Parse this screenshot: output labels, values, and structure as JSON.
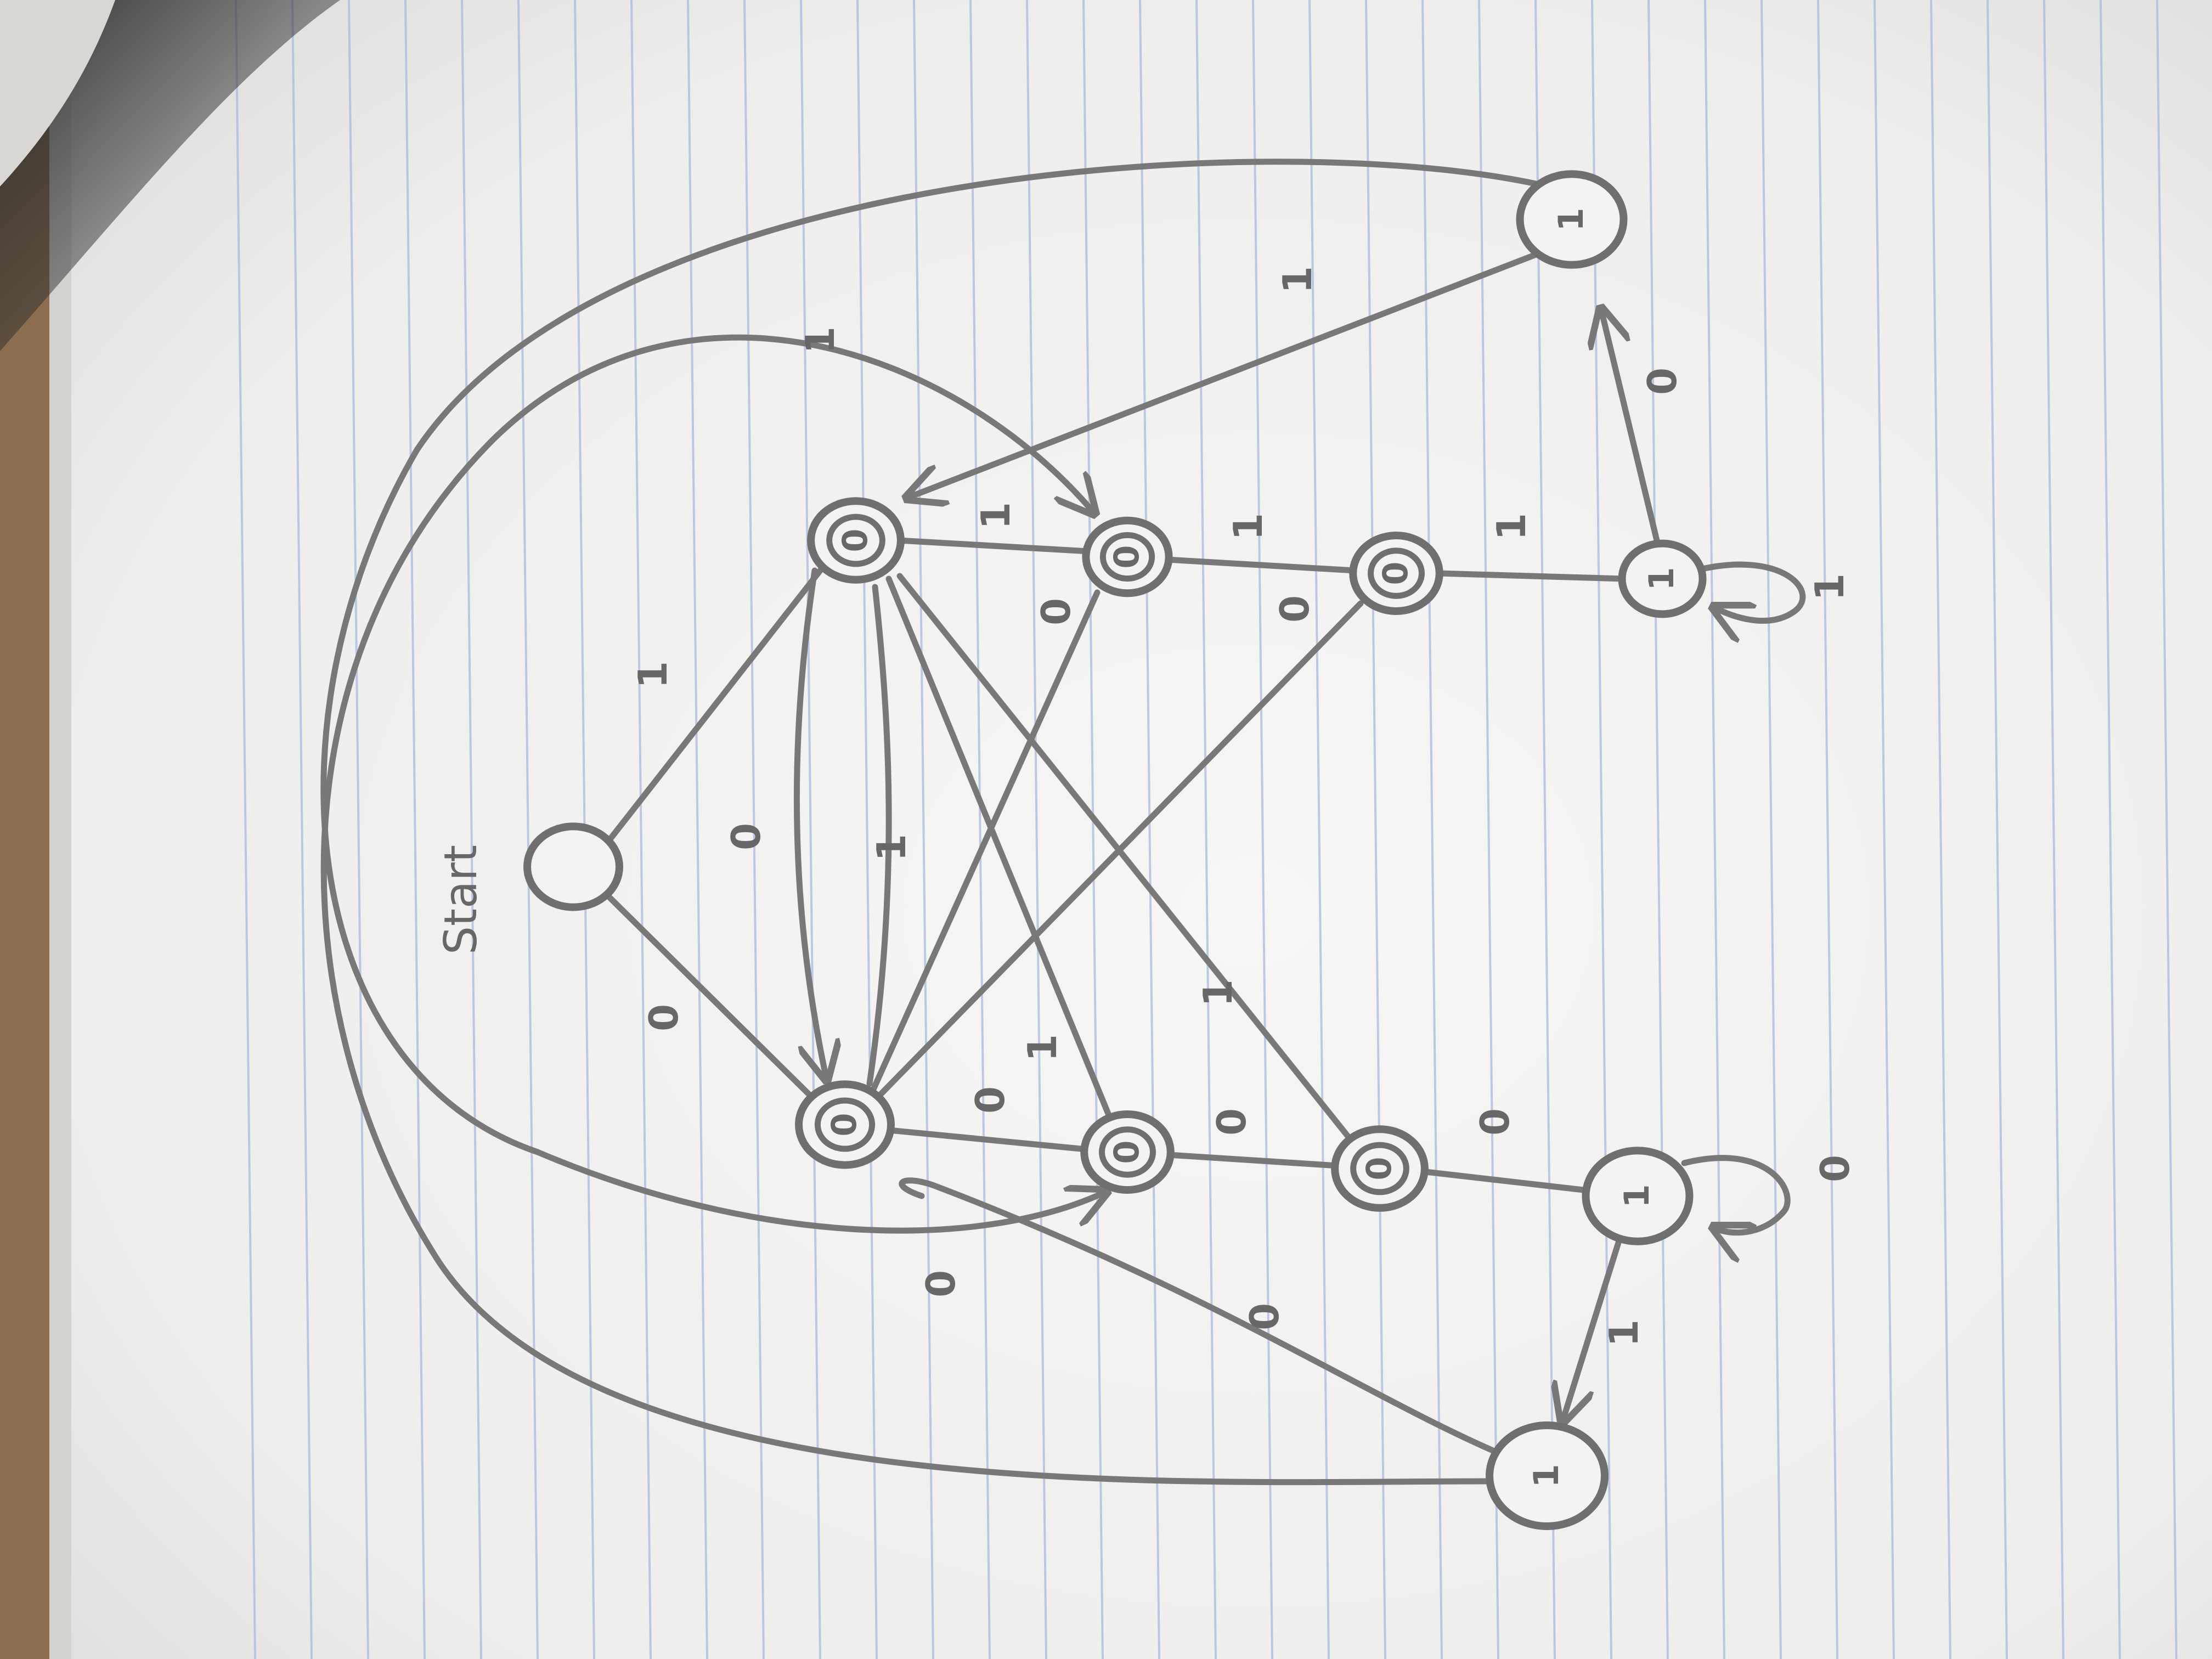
{
  "diagram": {
    "start_label": "Start",
    "states": [
      {
        "id": "s",
        "label": ""
      },
      {
        "id": "a",
        "label": "0"
      },
      {
        "id": "b",
        "label": "0"
      },
      {
        "id": "c",
        "label": "0"
      },
      {
        "id": "d",
        "label": "1"
      },
      {
        "id": "e",
        "label": "1"
      },
      {
        "id": "f",
        "label": "0"
      },
      {
        "id": "g",
        "label": "0"
      },
      {
        "id": "h",
        "label": "0"
      },
      {
        "id": "i",
        "label": "1"
      },
      {
        "id": "j",
        "label": "1"
      }
    ],
    "transitions": [
      {
        "from": "s",
        "to": "a",
        "label": "1"
      },
      {
        "from": "s",
        "to": "f",
        "label": "0"
      },
      {
        "from": "a",
        "to": "b",
        "label": "1"
      },
      {
        "from": "b",
        "to": "c",
        "label": "1"
      },
      {
        "from": "c",
        "to": "d",
        "label": "1"
      },
      {
        "from": "d",
        "to": "d",
        "label": "1"
      },
      {
        "from": "d",
        "to": "e",
        "label": "0"
      },
      {
        "from": "e",
        "to": "a",
        "label": "1"
      },
      {
        "from": "e",
        "to": "g",
        "label": "1"
      },
      {
        "from": "a",
        "to": "f",
        "label": "0"
      },
      {
        "from": "f",
        "to": "a",
        "label": "1"
      },
      {
        "from": "a",
        "to": "g",
        "label": "1"
      },
      {
        "from": "a",
        "to": "h",
        "label": "1"
      },
      {
        "from": "b",
        "to": "f",
        "label": "0"
      },
      {
        "from": "c",
        "to": "f",
        "label": "0"
      },
      {
        "from": "f",
        "to": "g",
        "label": "0"
      },
      {
        "from": "g",
        "to": "h",
        "label": "0"
      },
      {
        "from": "h",
        "to": "i",
        "label": "0"
      },
      {
        "from": "i",
        "to": "i",
        "label": "0"
      },
      {
        "from": "i",
        "to": "j",
        "label": "1"
      },
      {
        "from": "j",
        "to": "b",
        "label": "0"
      },
      {
        "from": "j",
        "to": "g",
        "label": "0"
      }
    ]
  }
}
